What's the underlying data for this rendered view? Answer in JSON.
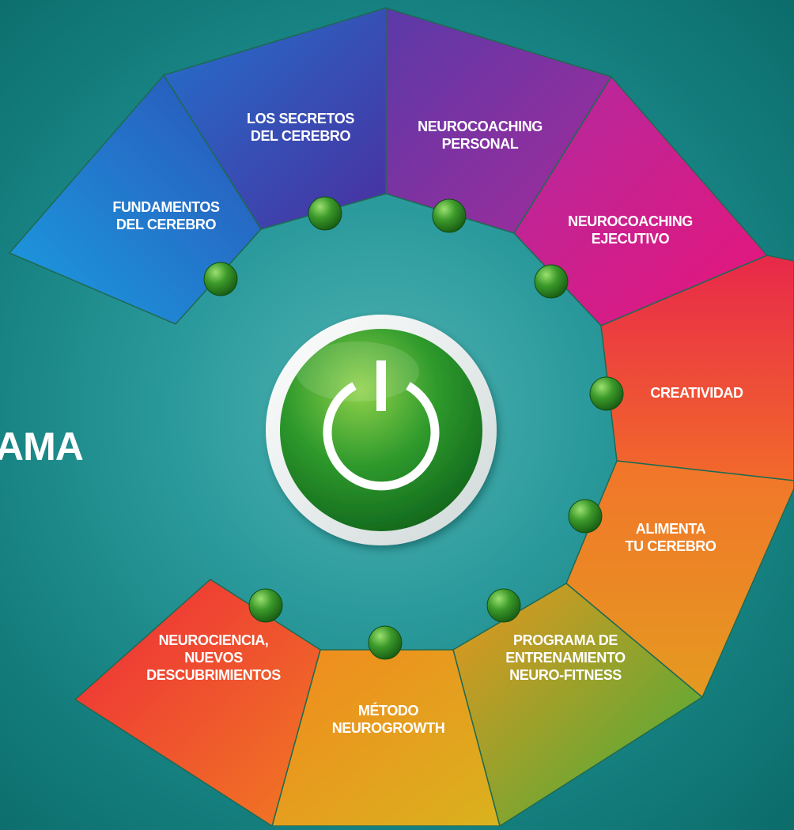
{
  "side_title": "AMA",
  "center_button": {
    "icon": "power-icon"
  },
  "segments": [
    {
      "id": "fundamentos",
      "lines": [
        "FUNDAMENTOS",
        "DEL CEREBRO"
      ],
      "color_a": "#1a9ee0",
      "color_b": "#2b52b8"
    },
    {
      "id": "secretos",
      "lines": [
        "LOS SECRETOS",
        "DEL CEREBRO"
      ],
      "color_a": "#2272cc",
      "color_b": "#4a2fa0"
    },
    {
      "id": "personal",
      "lines": [
        "NEUROCOACHING",
        "PERSONAL"
      ],
      "color_a": "#5a3aa8",
      "color_b": "#a62a9a"
    },
    {
      "id": "ejecutivo",
      "lines": [
        "NEUROCOACHING",
        "EJECUTIVO"
      ],
      "color_a": "#b02aa0",
      "color_b": "#e8157a"
    },
    {
      "id": "creatividad",
      "lines": [
        "CREATIVIDAD"
      ],
      "color_a": "#e8284a",
      "color_b": "#f26a2a"
    },
    {
      "id": "alimenta",
      "lines": [
        "ALIMENTA",
        "TU CEREBRO"
      ],
      "color_a": "#f2752a",
      "color_b": "#e49a20"
    },
    {
      "id": "programa",
      "lines": [
        "PROGRAMA DE",
        "ENTRENAMIENTO",
        "NEURO-FITNESS"
      ],
      "color_a": "#e8961e",
      "color_b": "#3fae3a"
    },
    {
      "id": "metodo",
      "lines": [
        "MÉTODO",
        "NEUROGROWTH"
      ],
      "color_a": "#f28a1e",
      "color_b": "#d9b21e"
    },
    {
      "id": "neurociencia",
      "lines": [
        "NEUROCIENCIA,",
        "NUEVOS",
        "DESCUBRIMIENTOS"
      ],
      "color_a": "#ee2a3a",
      "color_b": "#f07a22"
    }
  ]
}
